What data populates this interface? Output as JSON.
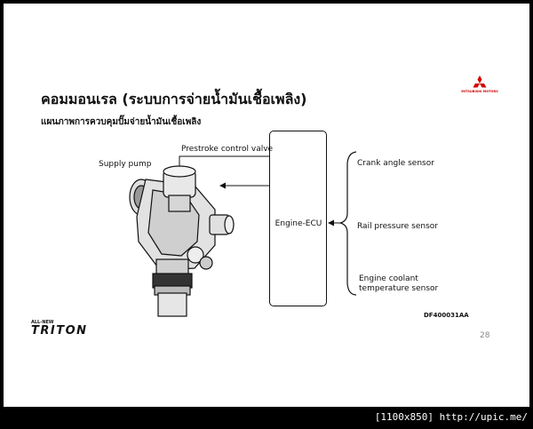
{
  "slide": {
    "title": "คอมมอนเรล (ระบบการจ่ายน้ำมันเชื้อเพลิง)",
    "subtitle": "แผนภาพการควบคุมปั๊มจ่ายน้ำมันเชื้อเพลิง",
    "logo_text": "MITSUBISHI MOTORS",
    "brand_small": "ALL-NEW",
    "brand": "TRITON",
    "page_number": "28",
    "figure_code": "DF400031AA"
  },
  "diagram": {
    "supply_pump_label": "Supply pump",
    "prestroke_label": "Prestroke control valve",
    "ecu_label": "Engine-ECU",
    "sensors": {
      "crank": "Crank angle sensor",
      "rail": "Rail pressure sensor",
      "coolant_line1": "Engine coolant",
      "coolant_line2": "temperature sensor"
    }
  },
  "watermark": "[1100x850] http://upic.me/",
  "colors": {
    "logo_red": "#d40000",
    "frame": "#000000",
    "slide_bg": "#ffffff"
  }
}
